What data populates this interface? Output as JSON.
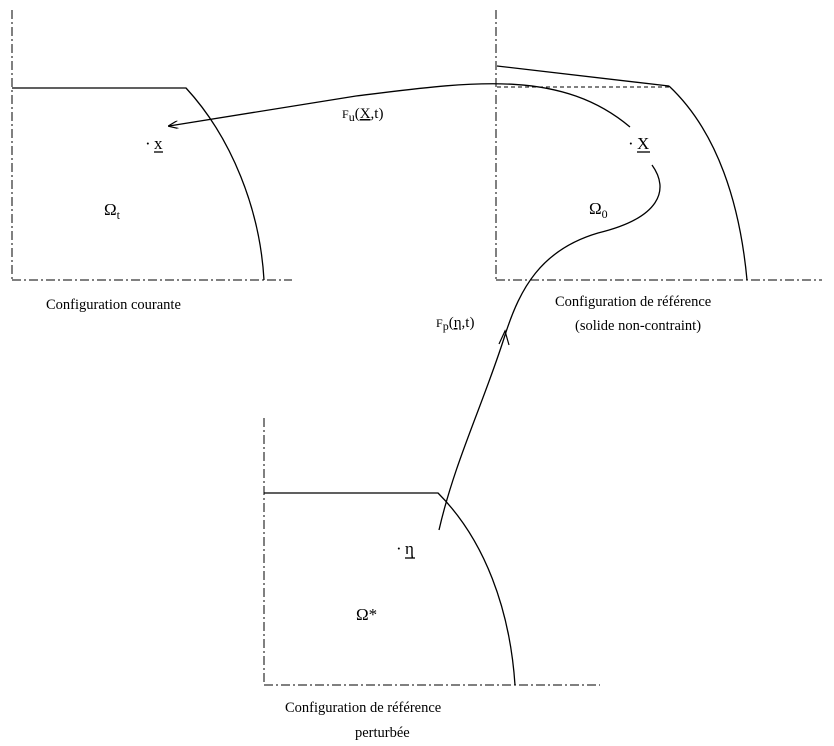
{
  "labels": {
    "current_config": "Configuration courante",
    "reference_config_line1": "Configuration de référence",
    "reference_config_line2": "(solide non-contraint)",
    "perturbed_config_line1": "Configuration de référence",
    "perturbed_config_line2": "perturbée"
  },
  "domains": {
    "current": "Ωt",
    "reference": "Ω0",
    "perturbed": "Ω*"
  },
  "points": {
    "current": "x",
    "reference": "X",
    "perturbed": "η"
  },
  "maps": {
    "u": {
      "prefix": "F",
      "subscript": "u",
      "argument": "X",
      "suffix": ",t)"
    },
    "p": {
      "prefix": "F",
      "subscript": "p",
      "argument": "η",
      "suffix": ",t)"
    }
  }
}
